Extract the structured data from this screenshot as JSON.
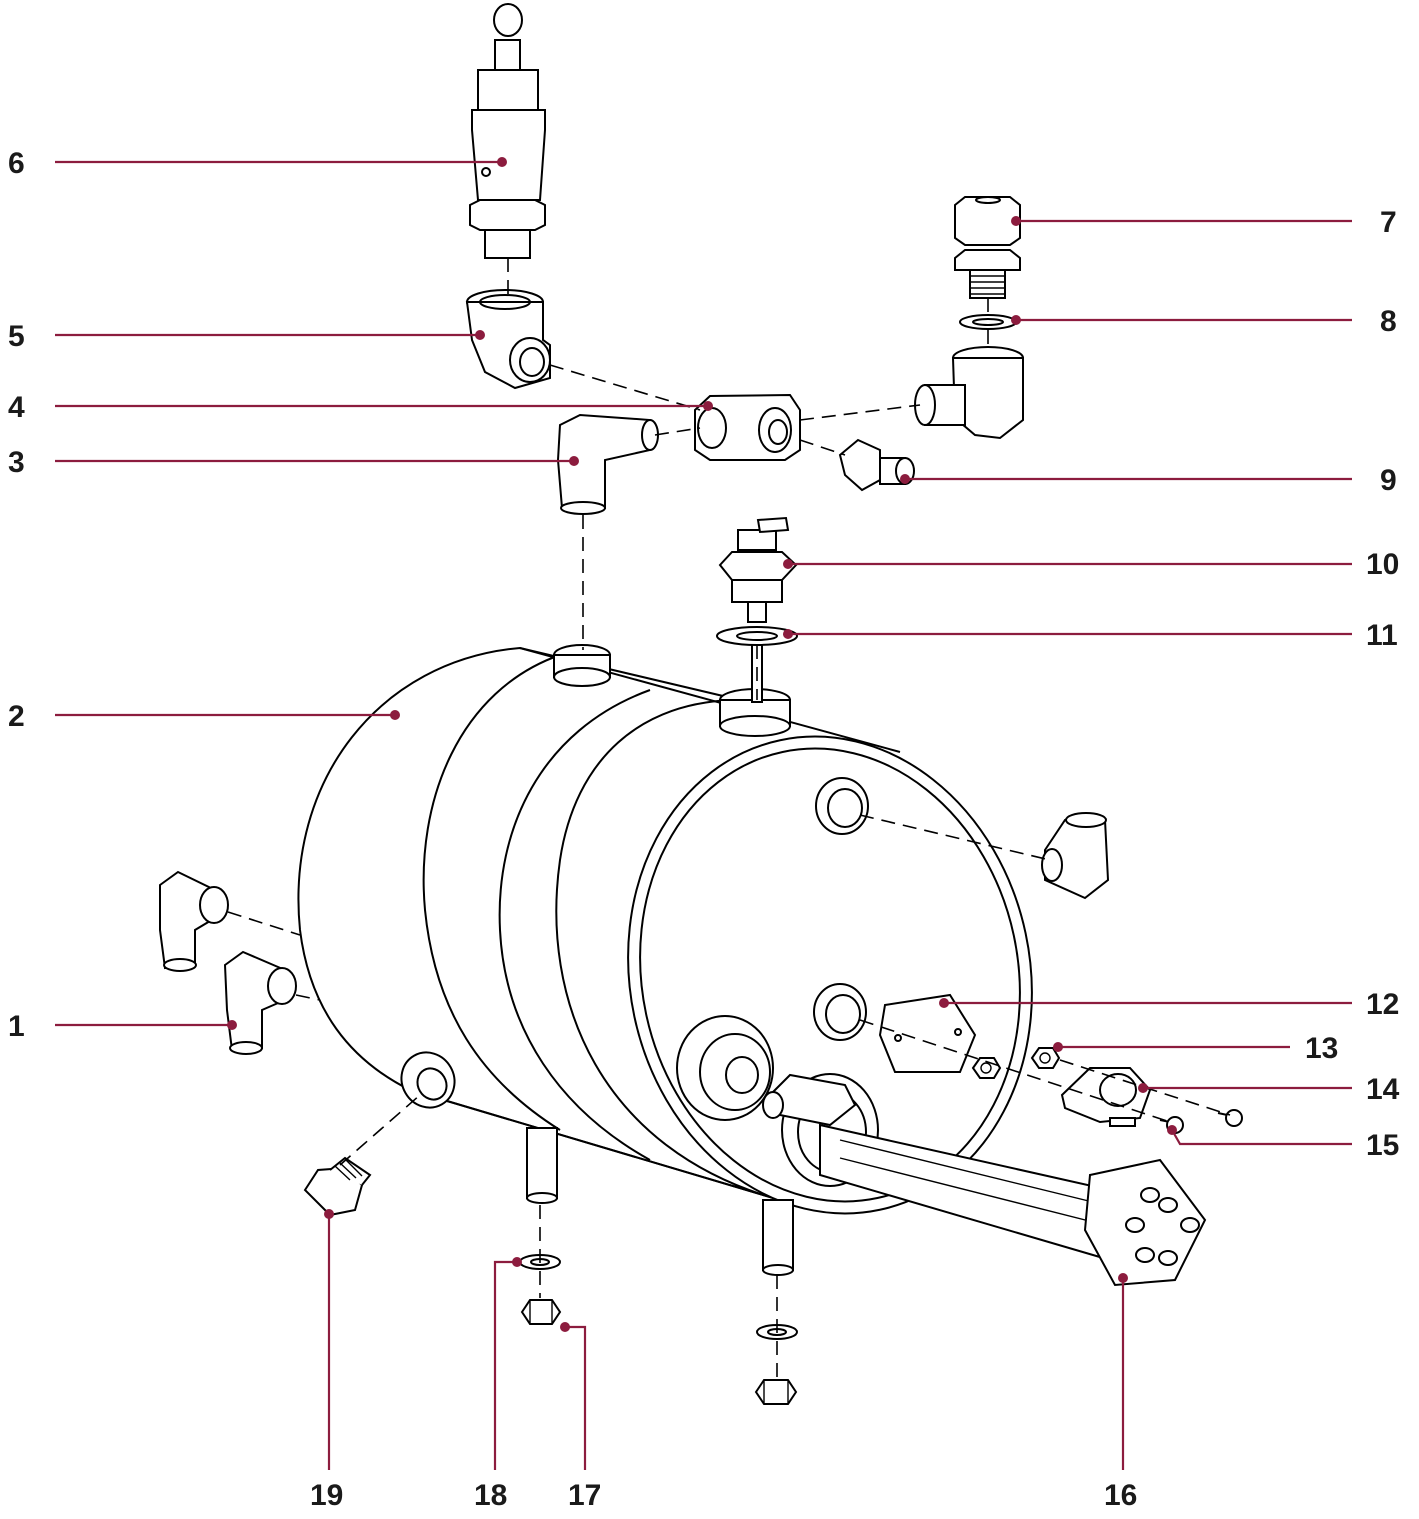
{
  "diagram": {
    "accent_color": "#8c1c3e",
    "callouts": [
      {
        "id": "1",
        "label": "1"
      },
      {
        "id": "2",
        "label": "2"
      },
      {
        "id": "3",
        "label": "3"
      },
      {
        "id": "4",
        "label": "4"
      },
      {
        "id": "5",
        "label": "5"
      },
      {
        "id": "6",
        "label": "6"
      },
      {
        "id": "7",
        "label": "7"
      },
      {
        "id": "8",
        "label": "8"
      },
      {
        "id": "9",
        "label": "9"
      },
      {
        "id": "10",
        "label": "10"
      },
      {
        "id": "11",
        "label": "11"
      },
      {
        "id": "12",
        "label": "12"
      },
      {
        "id": "13",
        "label": "13"
      },
      {
        "id": "14",
        "label": "14"
      },
      {
        "id": "15",
        "label": "15"
      },
      {
        "id": "16",
        "label": "16"
      },
      {
        "id": "17",
        "label": "17"
      },
      {
        "id": "18",
        "label": "18"
      },
      {
        "id": "19",
        "label": "19"
      }
    ]
  }
}
